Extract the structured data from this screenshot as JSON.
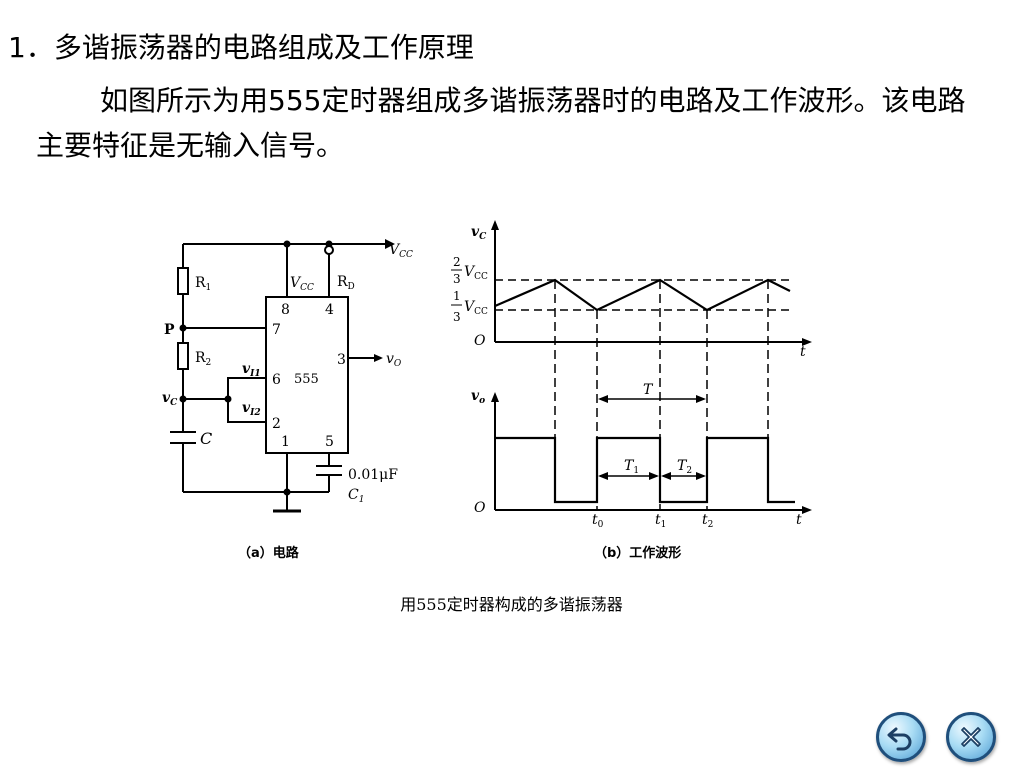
{
  "heading": "1．多谐振荡器的电路组成及工作原理",
  "paragraph": "如图所示为用555定时器组成多谐振荡器时的电路及工作波形。该电路主要特征是无输入信号。",
  "figure": {
    "circuit": {
      "vcc": "V",
      "vcc_sub": "CC",
      "r1": "R",
      "r1_sub": "1",
      "r2": "R",
      "r2_sub": "2",
      "node_p": "P",
      "vc": "v",
      "vc_sub": "C",
      "cap": "C",
      "chip": "555",
      "chip_vcc": "V",
      "chip_vcc_sub": "CC",
      "chip_rd": "R",
      "chip_rd_sub": "D",
      "pins": [
        "8",
        "4",
        "7",
        "3",
        "6",
        "2",
        "1",
        "5"
      ],
      "vi1": "v",
      "vi1_sub": "I1",
      "vi2": "v",
      "vi2_sub": "I2",
      "vo": "v",
      "vo_sub": "O",
      "c1_value": "0.01μF",
      "c1": "C",
      "c1_sub": "1",
      "caption": "（a）电路"
    },
    "waveform": {
      "vc_axis": "v",
      "vc_axis_sub": "C",
      "upper_num": "2",
      "lower_num": "1",
      "den": "3",
      "thr_v": "V",
      "thr_sub": "CC",
      "origin": "O",
      "t_axis": "t",
      "vo_axis": "v",
      "vo_axis_sub": "o",
      "period": "T",
      "t1": "T",
      "t1_sub": "1",
      "t2": "T",
      "t2_sub": "2",
      "tick_t": "t",
      "tick_subs": [
        "0",
        "1",
        "2"
      ],
      "caption": "（b）工作波形"
    },
    "caption": "用555定时器构成的多谐振荡器"
  },
  "nav": {
    "back_icon": "back-arrow-icon",
    "close_icon": "close-x-icon"
  }
}
